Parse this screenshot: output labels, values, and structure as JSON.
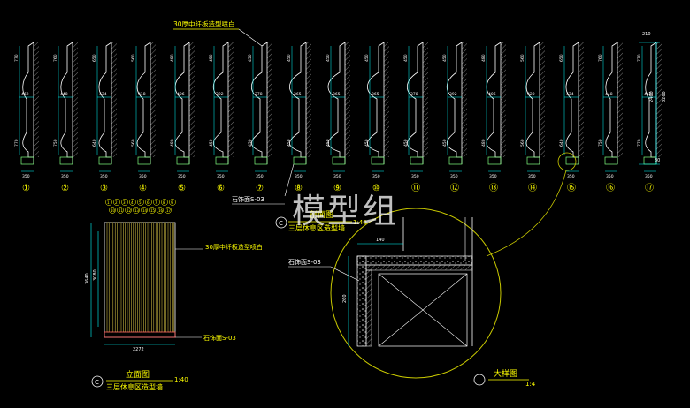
{
  "annotations": {
    "panel_board": "30厚中纤板造型喷白",
    "stone_line": "石饰面S-03"
  },
  "profiles": {
    "labels": [
      "①",
      "②",
      "③",
      "④",
      "⑤",
      "⑥",
      "⑦",
      "⑧",
      "⑨",
      "⑩",
      "⑪",
      "⑫",
      "⑬",
      "⑭",
      "⑮",
      "⑯",
      "⑰"
    ],
    "top_dims": [
      "770",
      "760",
      "650",
      "560",
      "480",
      "450",
      "450",
      "450",
      "450",
      "450",
      "450",
      "450",
      "480",
      "560",
      "650",
      "760",
      "770"
    ],
    "mid_dims": [
      "462",
      "448",
      "434",
      "418",
      "406",
      "392",
      "378",
      "365",
      "365",
      "365",
      "378",
      "392",
      "406",
      "420",
      "434",
      "448",
      "462"
    ],
    "low_dims": [
      "770",
      "750",
      "640",
      "560",
      "480",
      "450",
      "450",
      "450",
      "450",
      "450",
      "450",
      "450",
      "480",
      "560",
      "640",
      "750",
      "770"
    ],
    "bottom_dims": [
      "350",
      "350",
      "350",
      "350",
      "350",
      "350",
      "350",
      "350",
      "350",
      "350",
      "350",
      "350",
      "350",
      "350",
      "350",
      "350",
      "350"
    ],
    "right_dims": [
      "210",
      "2460",
      "3260",
      "80"
    ]
  },
  "elevation": {
    "number_row": [
      "1",
      "2",
      "3",
      "4",
      "5",
      "6",
      "7",
      "8",
      "9",
      "10",
      "11",
      "12",
      "13",
      "14",
      "15",
      "16",
      "17"
    ],
    "height_dims": [
      "3640",
      "3080"
    ],
    "width_dim": "2272",
    "label_c": "C",
    "title": "立面图",
    "subtitle": "三层休息区造型墙",
    "scale": "1:40"
  },
  "section": {
    "label_c": "C",
    "title": "剖面图",
    "subtitle": "三层休息区造型墙",
    "scale": "1:40",
    "dim_top": "140",
    "dim_side": "260"
  },
  "detail": {
    "title": "大样图",
    "scale": "1:4"
  },
  "watermark": "模型组",
  "colors": {
    "background": "#000000",
    "lines": "#ffffff",
    "dimensions": "#00ffff",
    "text": "#ffff00",
    "detail_circle": "#c8c800",
    "stone": "#ff8080"
  }
}
